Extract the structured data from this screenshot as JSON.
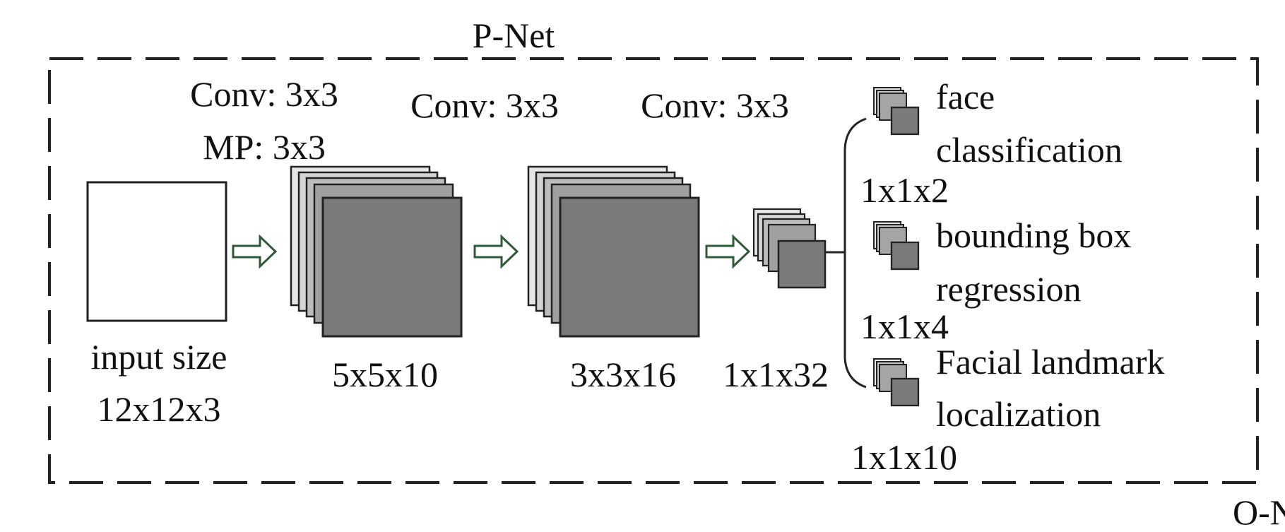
{
  "title": "P-Net",
  "input": {
    "label_line1": "input size",
    "label_line2": "12x12x3"
  },
  "stage1": {
    "op_line1": "Conv: 3x3",
    "op_line2": "MP: 3x3",
    "output": "5x5x10"
  },
  "stage2": {
    "op": "Conv: 3x3",
    "output": "3x3x16"
  },
  "stage3": {
    "op": "Conv: 3x3",
    "output": "1x1x32"
  },
  "heads": [
    {
      "line1": "face",
      "line2": "classification",
      "size": "1x1x2"
    },
    {
      "line1": "bounding box",
      "line2": "regression",
      "size": "1x1x4"
    },
    {
      "line1": "Facial landmark",
      "line2": "localization",
      "size": "1x1x10"
    }
  ],
  "next_network_fragment": "O-N",
  "colors": {
    "feature_map_front": "#7a7a7a",
    "feature_map_back": "#dcdcdc",
    "arrow": "#2f5a36",
    "border": "#222222"
  }
}
